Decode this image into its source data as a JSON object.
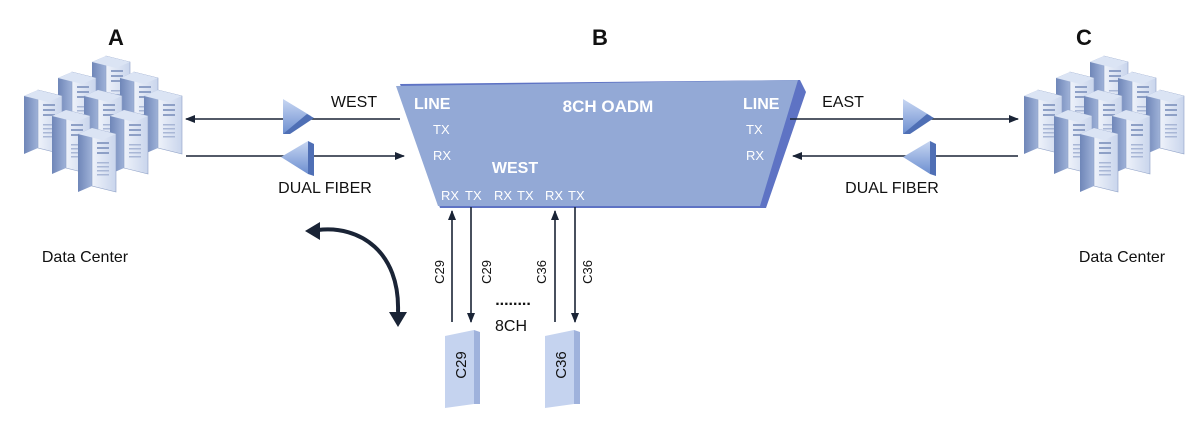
{
  "nodes": {
    "a": {
      "label": "A",
      "caption": "Data Center"
    },
    "b": {
      "label": "B"
    },
    "c": {
      "label": "C",
      "caption": "Data Center"
    }
  },
  "oadm": {
    "title": "8CH OADM",
    "line_left": "LINE",
    "line_right": "LINE",
    "tx_left": "TX",
    "rx_left": "RX",
    "tx_right": "TX",
    "rx_right": "RX",
    "west": "WEST",
    "ports": [
      "RX",
      "TX",
      "RX",
      "TX",
      "RX",
      "TX"
    ]
  },
  "links": {
    "west_label": "WEST",
    "east_label": "EAST",
    "dual_fiber_left": "DUAL FIBER",
    "dual_fiber_right": "DUAL FIBER"
  },
  "channels": {
    "first_rx": "C29",
    "first_tx": "C29",
    "last_rx": "C36",
    "last_tx": "C36",
    "dots": "........",
    "count": "8CH",
    "module_first": "C29",
    "module_last": "C36"
  },
  "colors": {
    "oadm_fill": "#93a9d6",
    "oadm_edge": "#5e73c4",
    "module_fill": "#c5d3ef",
    "arrow": "#1a2436",
    "server_dark": "#8e9fc3",
    "server_light": "#dde5f3"
  }
}
